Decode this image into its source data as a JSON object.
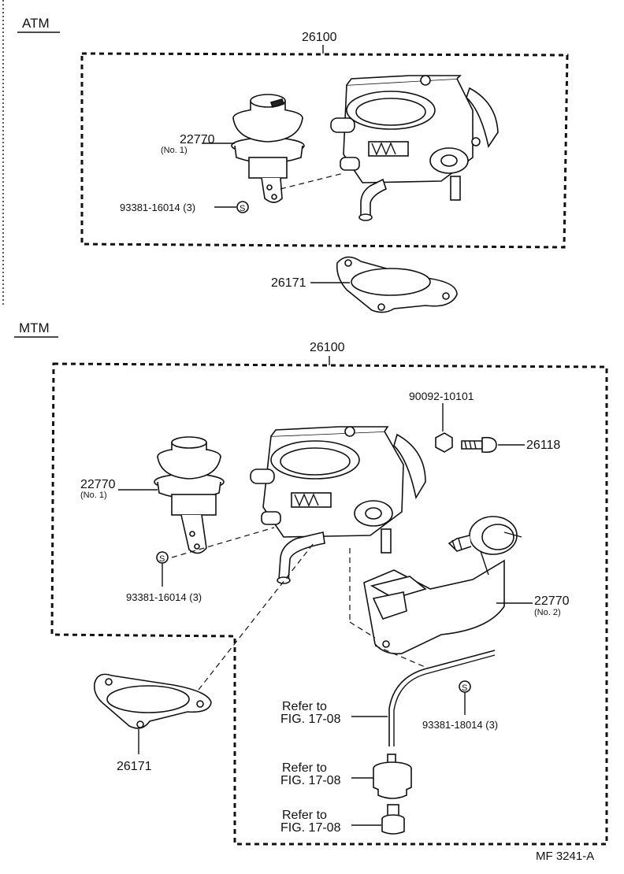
{
  "atm": {
    "heading": "ATM",
    "assembly": "26100",
    "diaphragm_no": "22770",
    "diaphragm_sub": "(No. 1)",
    "clip_part": "93381-16014 (3)",
    "clip_symbol": "S",
    "gasket": "26171"
  },
  "mtm": {
    "heading": "MTM",
    "assembly": "26100",
    "nut": "90092-10101",
    "screw": "26118",
    "diaphragm1_no": "22770",
    "diaphragm1_sub": "(No. 1)",
    "clip1_part": "93381-16014 (3)",
    "clip1_symbol": "S",
    "diaphragm2_no": "22770",
    "diaphragm2_sub": "(No. 2)",
    "clip2_part": "93381-18014 (3)",
    "clip2_symbol": "S",
    "gasket": "26171",
    "refer1_line1": "Refer to",
    "refer1_line2": "FIG. 17-08",
    "refer2_line1": "Refer to",
    "refer2_line2": "FIG. 17-08",
    "refer3_line1": "Refer to",
    "refer3_line2": "FIG. 17-08"
  },
  "footer": {
    "code": "MF  3241-A"
  }
}
